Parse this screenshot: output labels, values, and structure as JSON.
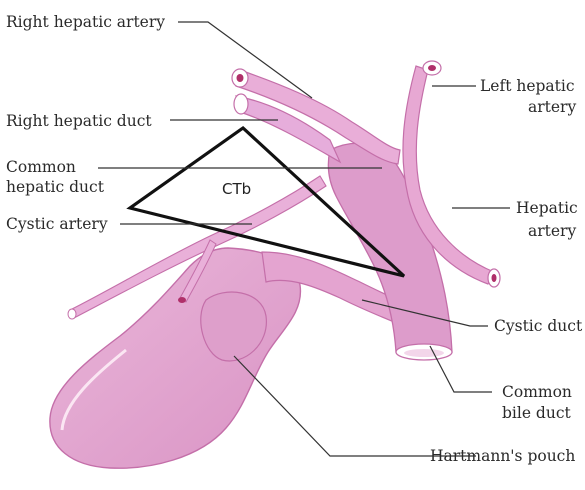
{
  "labels": {
    "right_hepatic_artery": "Right hepatic artery",
    "right_hepatic_duct": "Right hepatic duct",
    "common_hepatic_duct_1": "Common",
    "common_hepatic_duct_2": "hepatic duct",
    "cystic_artery": "Cystic artery",
    "left_hepatic_artery_1": "Left hepatic",
    "left_hepatic_artery_2": "artery",
    "hepatic_artery_1": "Hepatic",
    "hepatic_artery_2": "artery",
    "cystic_duct": "Cystic duct",
    "common_bile_duct_1": "Common",
    "common_bile_duct_2": "bile duct",
    "hartmanns_pouch": "Hartmann's pouch",
    "ctb": "CTb"
  },
  "colors": {
    "tissue": "#e7a8d3",
    "tissue_dark": "#c97db5",
    "highlight": "#fbe6f3",
    "lumen": "#b0306a",
    "triangle": "#111111",
    "text": "#2a2a2a"
  }
}
